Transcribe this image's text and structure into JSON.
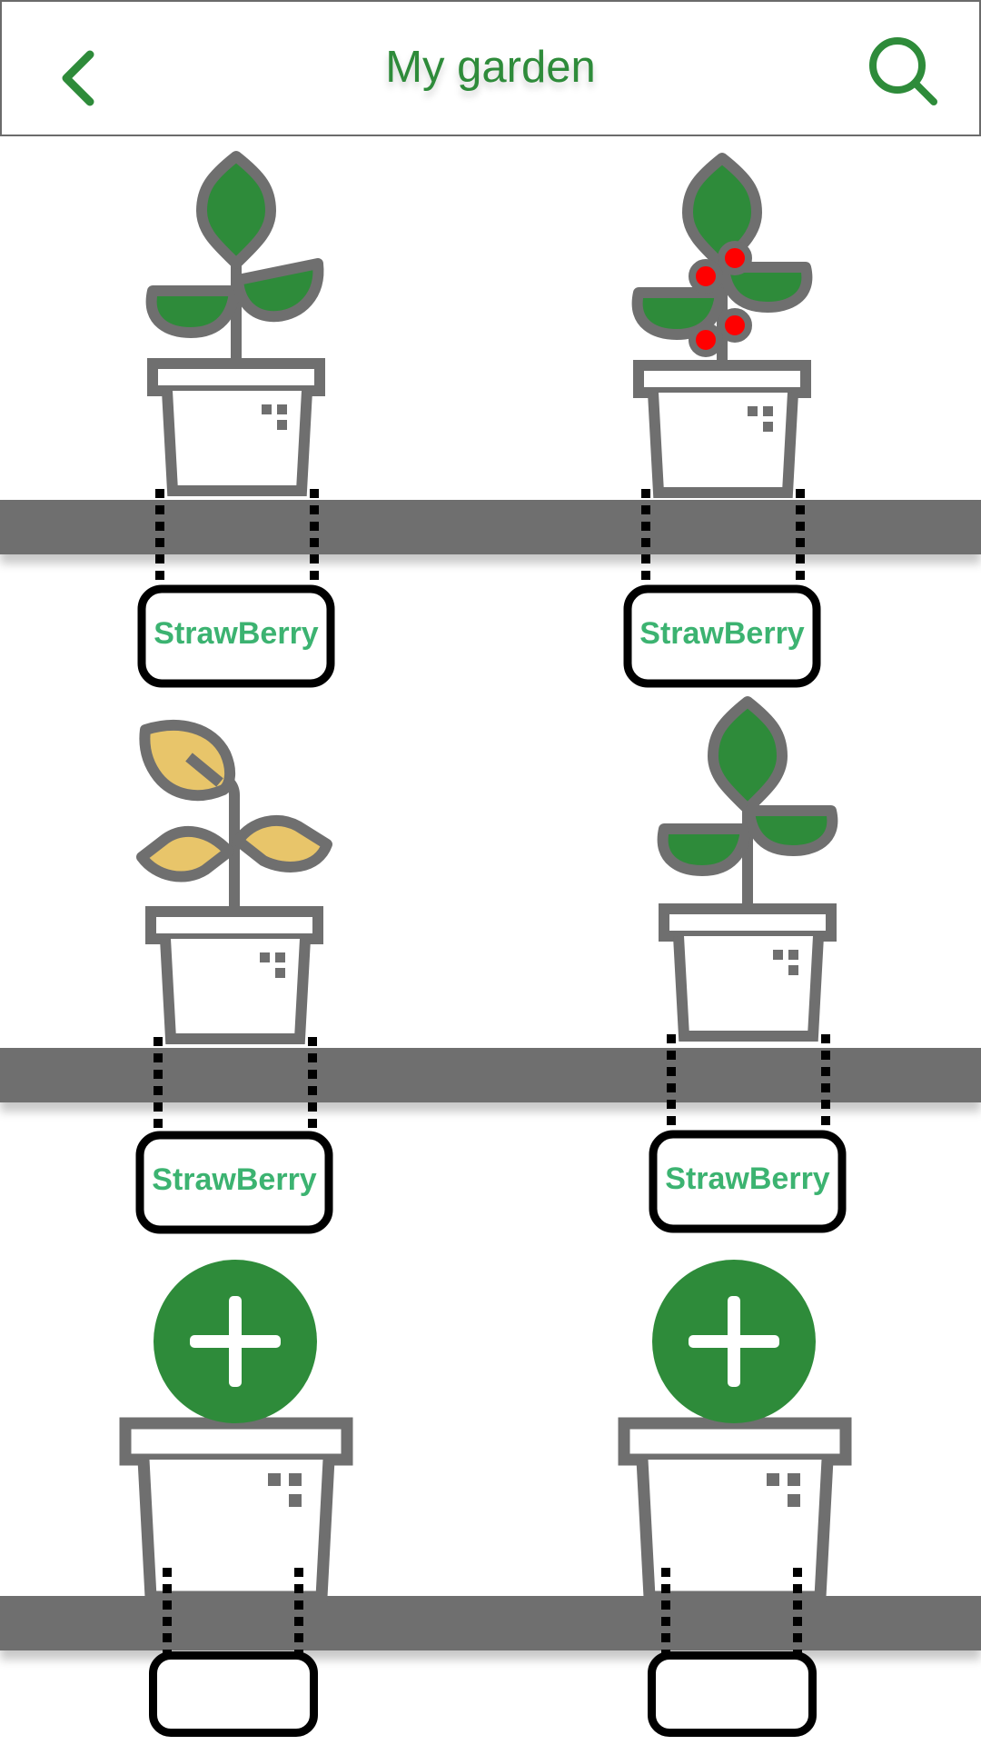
{
  "header": {
    "title": "My garden",
    "back_icon": "chevron-left-icon",
    "search_icon": "search-icon"
  },
  "colors": {
    "accent": "#2e8b3a",
    "leaf": "#2e8b3a",
    "wilted_leaf": "#e8c56a",
    "berry": "#ff0000",
    "pot_outline": "#6f6f6f",
    "shelf": "#6f6f6f",
    "label_text": "#3cb371"
  },
  "plants": [
    {
      "label": "StrawBerry",
      "state": "healthy",
      "icon": "sprout-icon"
    },
    {
      "label": "StrawBerry",
      "state": "fruiting",
      "icon": "berry-plant-icon"
    },
    {
      "label": "StrawBerry",
      "state": "wilted",
      "icon": "wilted-sprout-icon"
    },
    {
      "label": "StrawBerry",
      "state": "healthy",
      "icon": "sprout-icon"
    }
  ],
  "empty_slots": [
    {
      "icon": "plus-icon"
    },
    {
      "icon": "plus-icon"
    }
  ]
}
